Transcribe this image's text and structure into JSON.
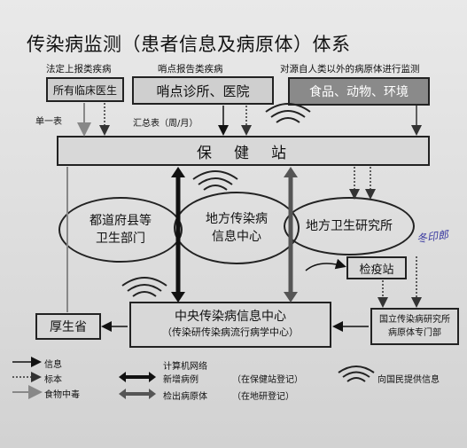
{
  "title": "传染病监测（患者信息及病原体）体系",
  "categories": {
    "notifiable": "法定上报类疾病",
    "sentinel": "哨点报告类疾病",
    "nonhuman": "对源自人类以外的病原体进行监测"
  },
  "sources": {
    "clinicians": "所有临床医生",
    "sentinel_clinics": "哨点诊所、医院",
    "food_animals_env": "食品、动物、环境"
  },
  "edge_labels": {
    "single_form": "单一表",
    "summary_form": "汇总表（周/月）"
  },
  "nodes": {
    "health_center": "保　健　站",
    "prefecture_line1": "都道府县等",
    "prefecture_line2": "卫生部门",
    "local_center_line1": "地方传染病",
    "local_center_line2": "信息中心",
    "local_institute": "地方卫生研究所",
    "quarantine": "检疫站",
    "mhlw": "厚生省",
    "central_line1": "中央传染病信息中心",
    "central_line2": "（传染研传染病流行病学中心）",
    "niid_line1": "国立传染病研究所",
    "niid_line2": "病原体专门部"
  },
  "legend": {
    "info": "信息",
    "specimen": "标本",
    "food_poisoning": "食物中毒",
    "network": "计算机网络",
    "new_cases": "新增病例",
    "new_cases_note": "（在保健站登记）",
    "pathogen_detect": "检出病原体",
    "pathogen_note": "（在地研登记）",
    "public_info": "向国民提供信息"
  },
  "handwritten": "冬印郎"
}
